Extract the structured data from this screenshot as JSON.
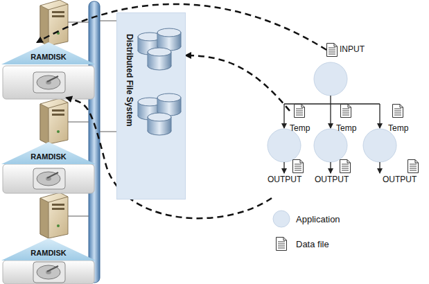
{
  "diagram": {
    "nodes": [
      {
        "text": [
          "RAMDISK"
        ]
      },
      {
        "text": [
          "RAMDISK"
        ]
      },
      {
        "text": [
          "RAMDISK"
        ]
      },
      {
        "text": [
          "Distributed File System"
        ]
      },
      {
        "text": [
          "INPUT"
        ]
      },
      {
        "text": [
          "Temp"
        ]
      },
      {
        "text": [
          "Temp"
        ]
      },
      {
        "text": [
          "Temp"
        ]
      },
      {
        "text": [
          "OUTPUT"
        ]
      },
      {
        "text": [
          "OUTPUT"
        ]
      },
      {
        "text": [
          "OUTPUT"
        ]
      }
    ],
    "edges": [
      {
        "from": 4,
        "to": 0,
        "arrow": "to"
      },
      {
        "from": 5,
        "to": 3,
        "arrow": "to"
      }
    ],
    "legend": [
      {
        "text": "Application"
      },
      {
        "text": "Data file"
      }
    ]
  }
}
